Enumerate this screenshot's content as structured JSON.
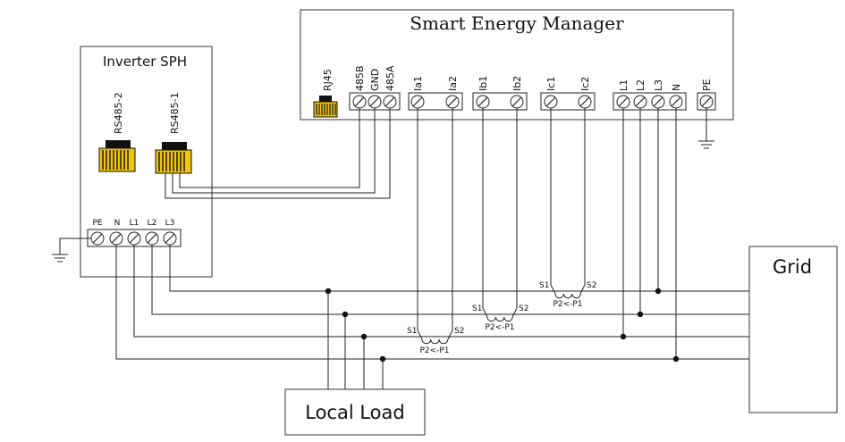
{
  "manager": {
    "title": "Smart Energy Manager",
    "rj45_label": "RJ45",
    "terminals": [
      "485B",
      "GND",
      "485A",
      "Ia1",
      "Ia2",
      "Ib1",
      "Ib2",
      "Ic1",
      "Ic2",
      "L1",
      "L2",
      "L3",
      "N",
      "PE"
    ]
  },
  "inverter": {
    "title": "Inverter SPH",
    "ports": [
      "RS485-2",
      "RS485-1"
    ],
    "terminals": [
      "PE",
      "N",
      "L1",
      "L2",
      "L3"
    ]
  },
  "grid": {
    "label": "Grid"
  },
  "local_load": {
    "label": "Local Load"
  },
  "ct_sensors": [
    {
      "s1": "S1",
      "s2": "S2",
      "dir": "P2<-P1"
    },
    {
      "s1": "S1",
      "s2": "S2",
      "dir": "P2<-P1"
    },
    {
      "s1": "S1",
      "s2": "S2",
      "dir": "P2<-P1"
    }
  ],
  "colors": {
    "connector_yellow": "#f2c40a",
    "connector_black": "#111111",
    "line": "#222222"
  }
}
